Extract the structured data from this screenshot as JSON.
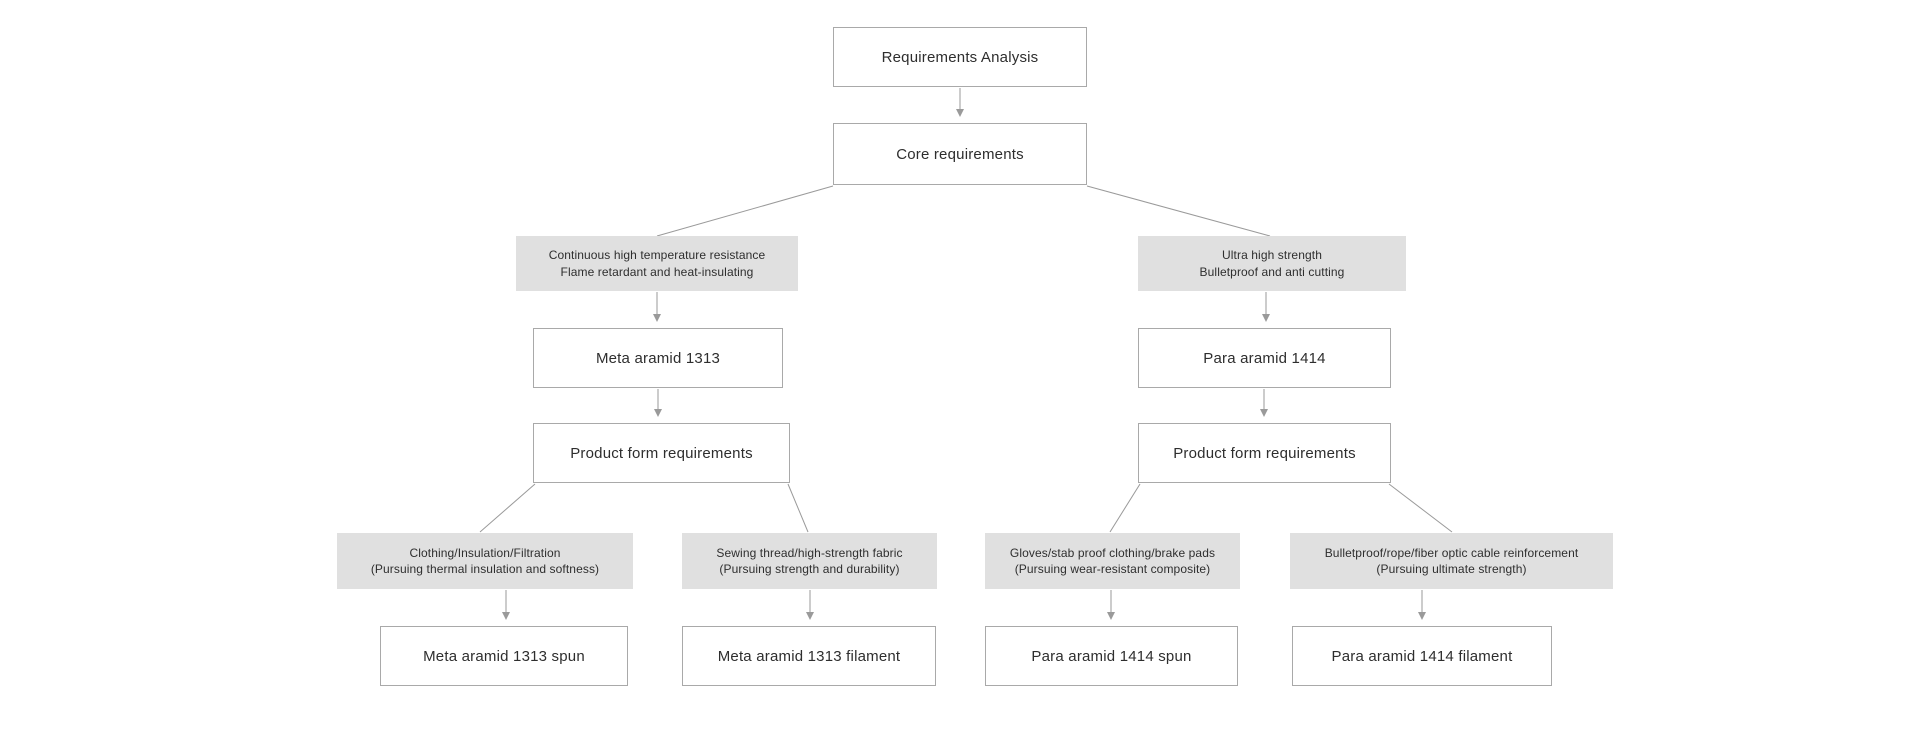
{
  "diagram": {
    "type": "flowchart",
    "nodes": {
      "req_analysis": {
        "label": "Requirements Analysis"
      },
      "core_req": {
        "label": "Core requirements"
      },
      "branch_heat": {
        "line1": "Continuous high temperature resistance",
        "line2": "Flame retardant and heat-insulating"
      },
      "branch_strength": {
        "line1": "Ultra high strength",
        "line2": "Bulletproof and anti cutting"
      },
      "meta_1313": {
        "label": "Meta aramid 1313"
      },
      "para_1414": {
        "label": "Para aramid 1414"
      },
      "pfr_left": {
        "label": "Product form requirements"
      },
      "pfr_right": {
        "label": "Product form requirements"
      },
      "use_clothing": {
        "line1": "Clothing/Insulation/Filtration",
        "line2": "(Pursuing thermal insulation and softness)"
      },
      "use_sewing": {
        "line1": "Sewing thread/high-strength fabric",
        "line2": "(Pursuing strength and durability)"
      },
      "use_gloves": {
        "line1": "Gloves/stab proof clothing/brake pads",
        "line2": "(Pursuing wear-resistant composite)"
      },
      "use_bulletproof": {
        "line1": "Bulletproof/rope/fiber optic cable reinforcement",
        "line2": "(Pursuing ultimate strength)"
      },
      "meta_spun": {
        "label": "Meta aramid 1313 spun"
      },
      "meta_filament": {
        "label": "Meta aramid 1313 filament"
      },
      "para_spun": {
        "label": "Para aramid 1414 spun"
      },
      "para_filament": {
        "label": "Para aramid 1414 filament"
      }
    },
    "edges": [
      {
        "from": "req_analysis",
        "to": "core_req",
        "type": "arrow"
      },
      {
        "from": "core_req",
        "to": "branch_heat",
        "type": "line"
      },
      {
        "from": "core_req",
        "to": "branch_strength",
        "type": "line"
      },
      {
        "from": "branch_heat",
        "to": "meta_1313",
        "type": "arrow"
      },
      {
        "from": "branch_strength",
        "to": "para_1414",
        "type": "arrow"
      },
      {
        "from": "meta_1313",
        "to": "pfr_left",
        "type": "arrow"
      },
      {
        "from": "para_1414",
        "to": "pfr_right",
        "type": "arrow"
      },
      {
        "from": "pfr_left",
        "to": "use_clothing",
        "type": "line"
      },
      {
        "from": "pfr_left",
        "to": "use_sewing",
        "type": "line"
      },
      {
        "from": "pfr_right",
        "to": "use_gloves",
        "type": "line"
      },
      {
        "from": "pfr_right",
        "to": "use_bulletproof",
        "type": "line"
      },
      {
        "from": "use_clothing",
        "to": "meta_spun",
        "type": "arrow"
      },
      {
        "from": "use_sewing",
        "to": "meta_filament",
        "type": "arrow"
      },
      {
        "from": "use_gloves",
        "to": "para_spun",
        "type": "arrow"
      },
      {
        "from": "use_bulletproof",
        "to": "para_filament",
        "type": "arrow"
      }
    ],
    "colors": {
      "background": "#ffffff",
      "box_border": "#a9a9a9",
      "box_fill_white": "#ffffff",
      "box_fill_gray": "#e0e0e0",
      "connector": "#9a9a9a",
      "text": "#2e2e2e"
    }
  }
}
